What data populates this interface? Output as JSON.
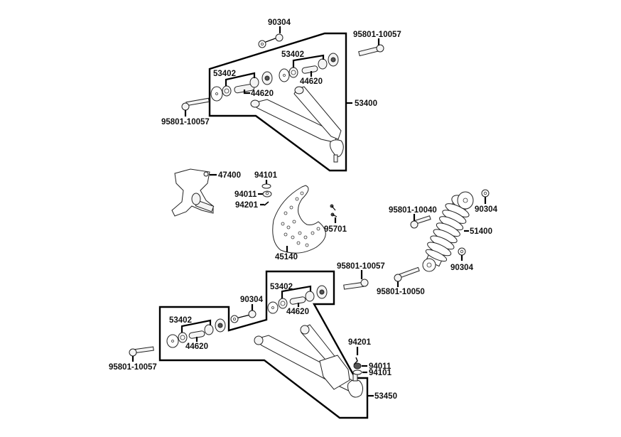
{
  "diagram": {
    "title": "Front suspension exploded parts diagram",
    "groups": {
      "upper_arm": {
        "assembly_number": "53400",
        "labels": {
          "nut_top": "90304",
          "bolt_right": "95801-10057",
          "bolt_left": "95801-10057",
          "bushing_left": "53402",
          "collar_left": "44620",
          "bushing_right": "53402",
          "collar_right": "44620"
        }
      },
      "knuckle_and_brake": {
        "knuckle": "47400",
        "washer": "94101",
        "nut": "94011",
        "cotter_pin": "94201",
        "brake_disc": "45140",
        "bolt_set": "95701"
      },
      "shock_absorber": {
        "shock": "51400",
        "bolt_upper": "95801-10040",
        "nut_upper": "90304",
        "nut_lower": "90304",
        "bolt_lower": "95801-10050"
      },
      "lower_arm": {
        "assembly_number": "53450",
        "labels": {
          "bolt_top": "95801-10057",
          "nut_middle": "90304",
          "bushing_right": "53402",
          "collar_right": "44620",
          "bushing_left": "53402",
          "collar_left": "44620",
          "bolt_left": "95801-10057",
          "cotter_pin": "94201",
          "nut": "94011",
          "washer": "94101"
        }
      }
    }
  }
}
